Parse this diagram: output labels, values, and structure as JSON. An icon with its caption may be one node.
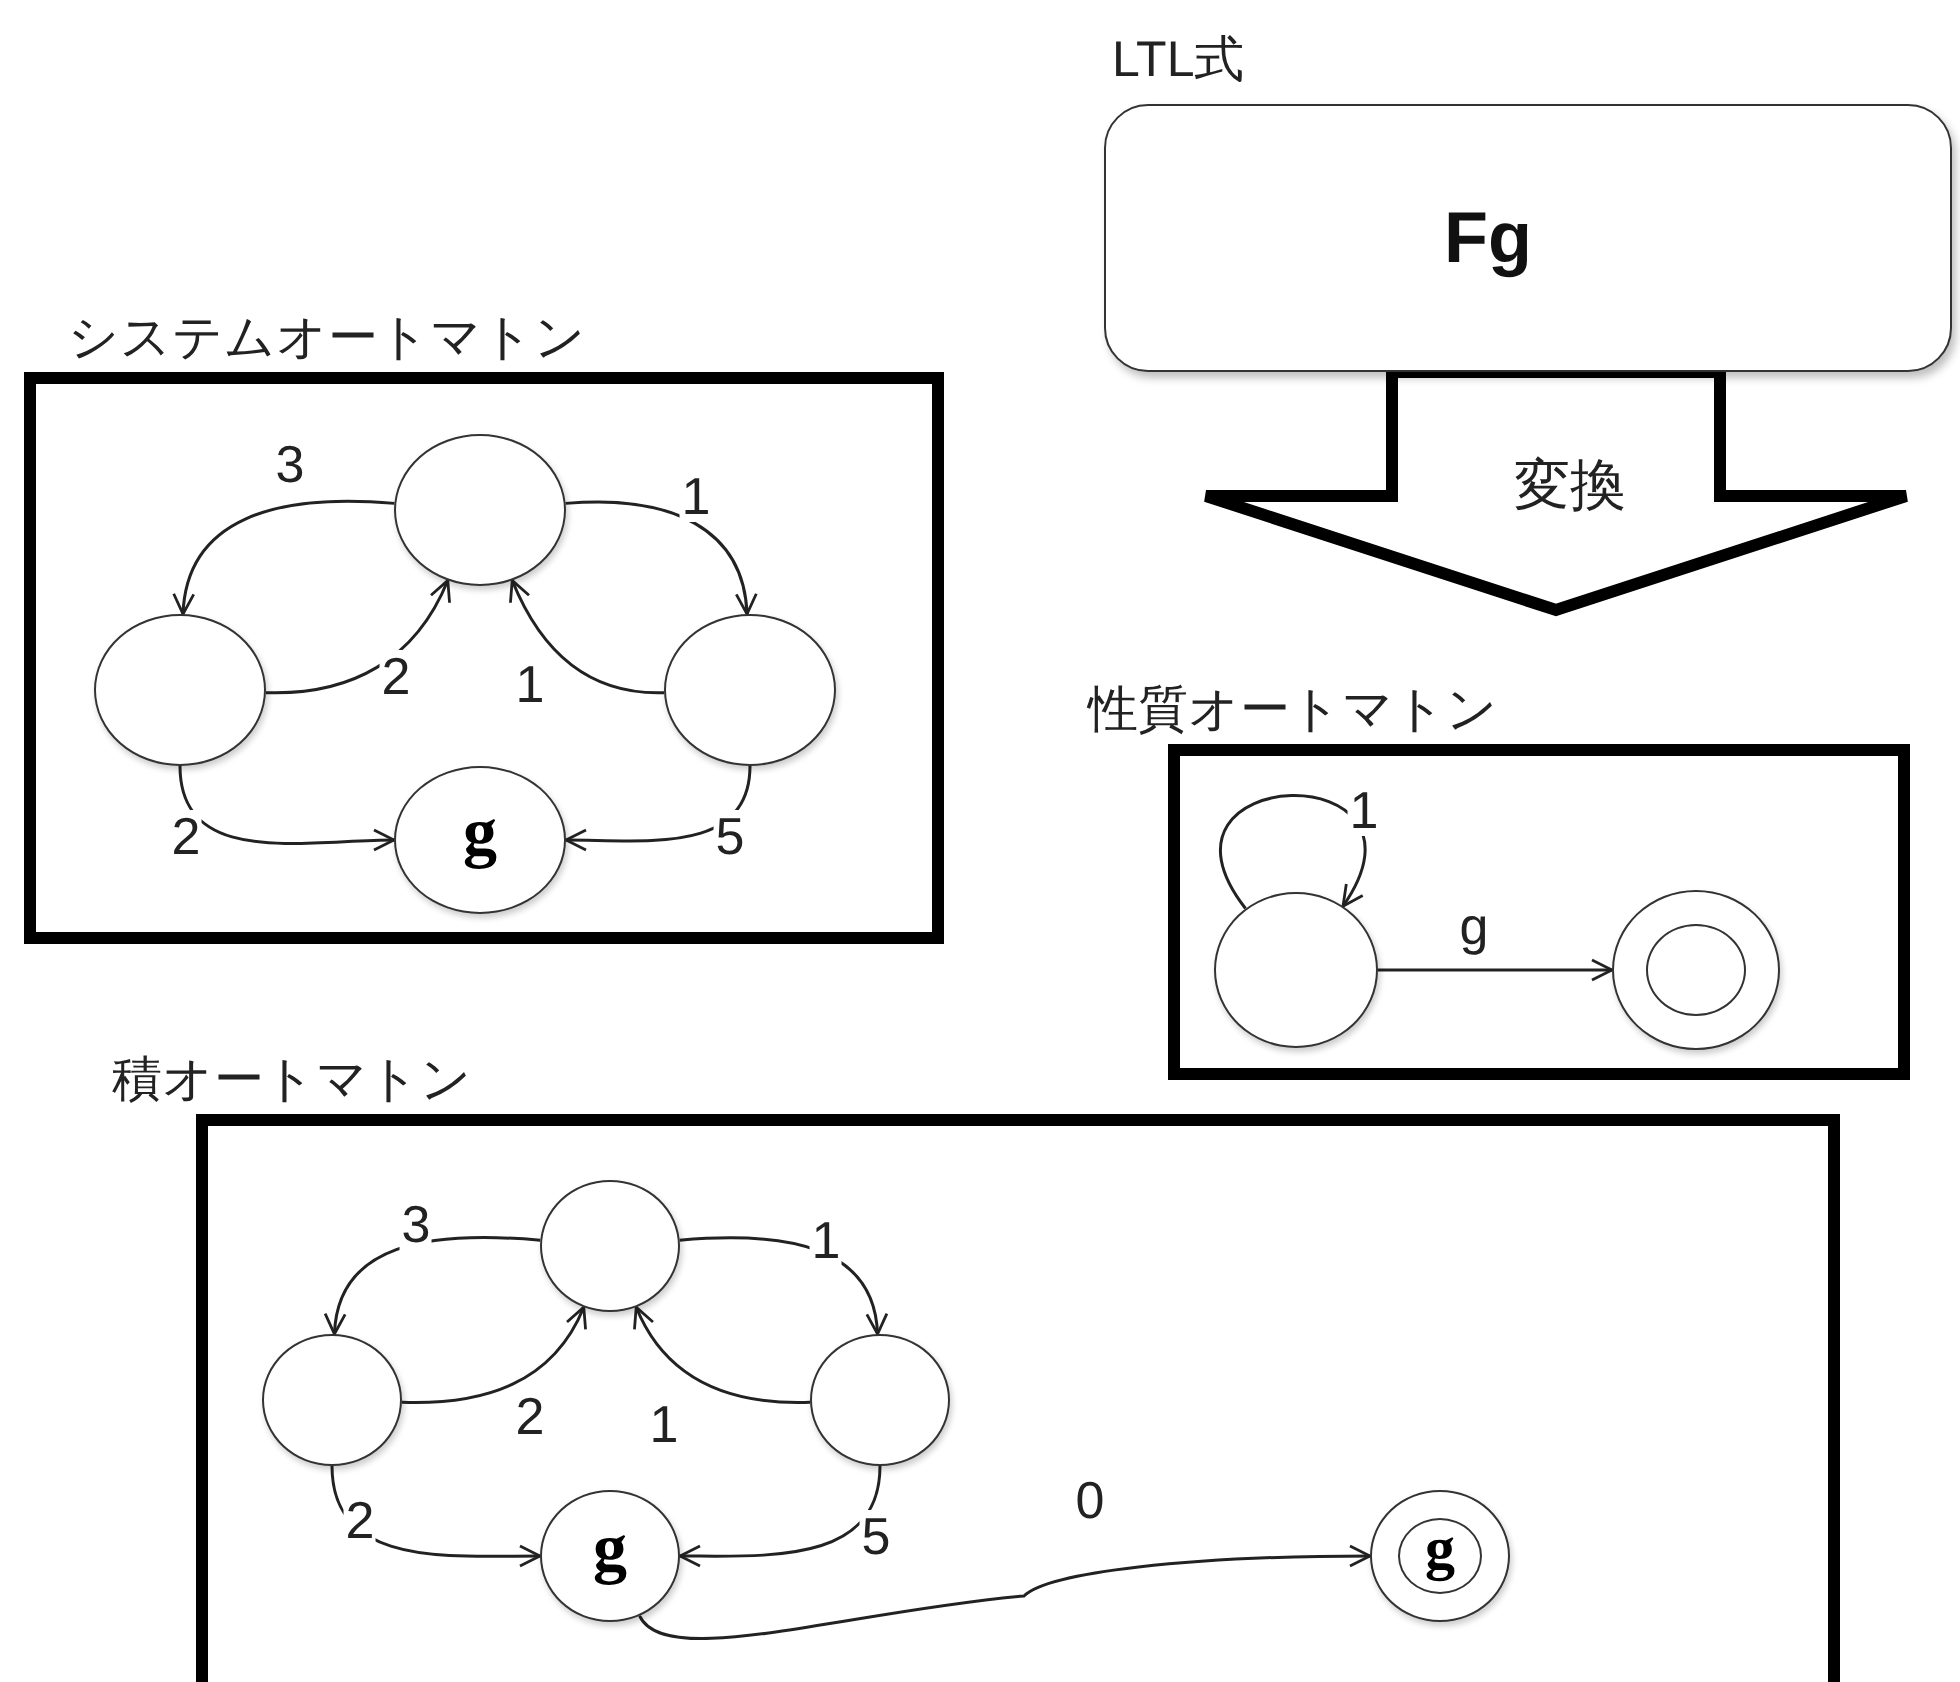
{
  "diagram": {
    "nodes": [
      {
        "text": [
          "システムオートマトン"
        ]
      },
      {
        "text": [],
        "shape": "circle",
        "in": 0
      },
      {
        "text": [],
        "shape": "circle",
        "in": 0
      },
      {
        "text": [],
        "shape": "circle",
        "in": 0
      },
      {
        "text": [
          "g"
        ],
        "in": 0
      },
      {
        "text": [
          "LTL式",
          "Fg"
        ]
      },
      {
        "text": [
          "性質オートマトン"
        ]
      },
      {
        "text": [],
        "shape": "circle",
        "in": 6
      },
      {
        "text": [],
        "shape": "circle",
        "in": 6
      },
      {
        "text": [
          "積オートマトン"
        ]
      },
      {
        "text": [],
        "shape": "circle",
        "in": 9
      },
      {
        "text": [],
        "shape": "circle",
        "in": 9
      },
      {
        "text": [],
        "shape": "circle",
        "in": 9
      },
      {
        "text": [
          "g"
        ],
        "in": 9
      },
      {
        "text": [
          "g"
        ],
        "in": 9
      }
    ],
    "edges": [
      {
        "from": 1,
        "to": 2,
        "arrow": "to",
        "label": "3"
      },
      {
        "from": 2,
        "to": 1,
        "arrow": "to",
        "label": "2"
      },
      {
        "from": 1,
        "to": 3,
        "arrow": "to",
        "label": "1"
      },
      {
        "from": 3,
        "to": 1,
        "arrow": "to",
        "label": "1"
      },
      {
        "from": 2,
        "to": 4,
        "arrow": "to",
        "label": "2"
      },
      {
        "from": 3,
        "to": 4,
        "arrow": "to",
        "label": "5"
      },
      {
        "from": 5,
        "to": 6,
        "arrow": "to",
        "label": "変換",
        "style": "thick"
      },
      {
        "from": 7,
        "to": 7,
        "arrow": "to",
        "label": "1"
      },
      {
        "from": 7,
        "to": 8,
        "arrow": "to",
        "label": "g"
      },
      {
        "from": 10,
        "to": 11,
        "arrow": "to",
        "label": "3"
      },
      {
        "from": 11,
        "to": 10,
        "arrow": "to",
        "label": "2"
      },
      {
        "from": 10,
        "to": 12,
        "arrow": "to",
        "label": "1"
      },
      {
        "from": 12,
        "to": 10,
        "arrow": "to",
        "label": "1"
      },
      {
        "from": 11,
        "to": 13,
        "arrow": "to",
        "label": "2"
      },
      {
        "from": 12,
        "to": 13,
        "arrow": "to",
        "label": "5"
      },
      {
        "from": 13,
        "to": 14,
        "arrow": "to",
        "label": "0"
      }
    ]
  }
}
